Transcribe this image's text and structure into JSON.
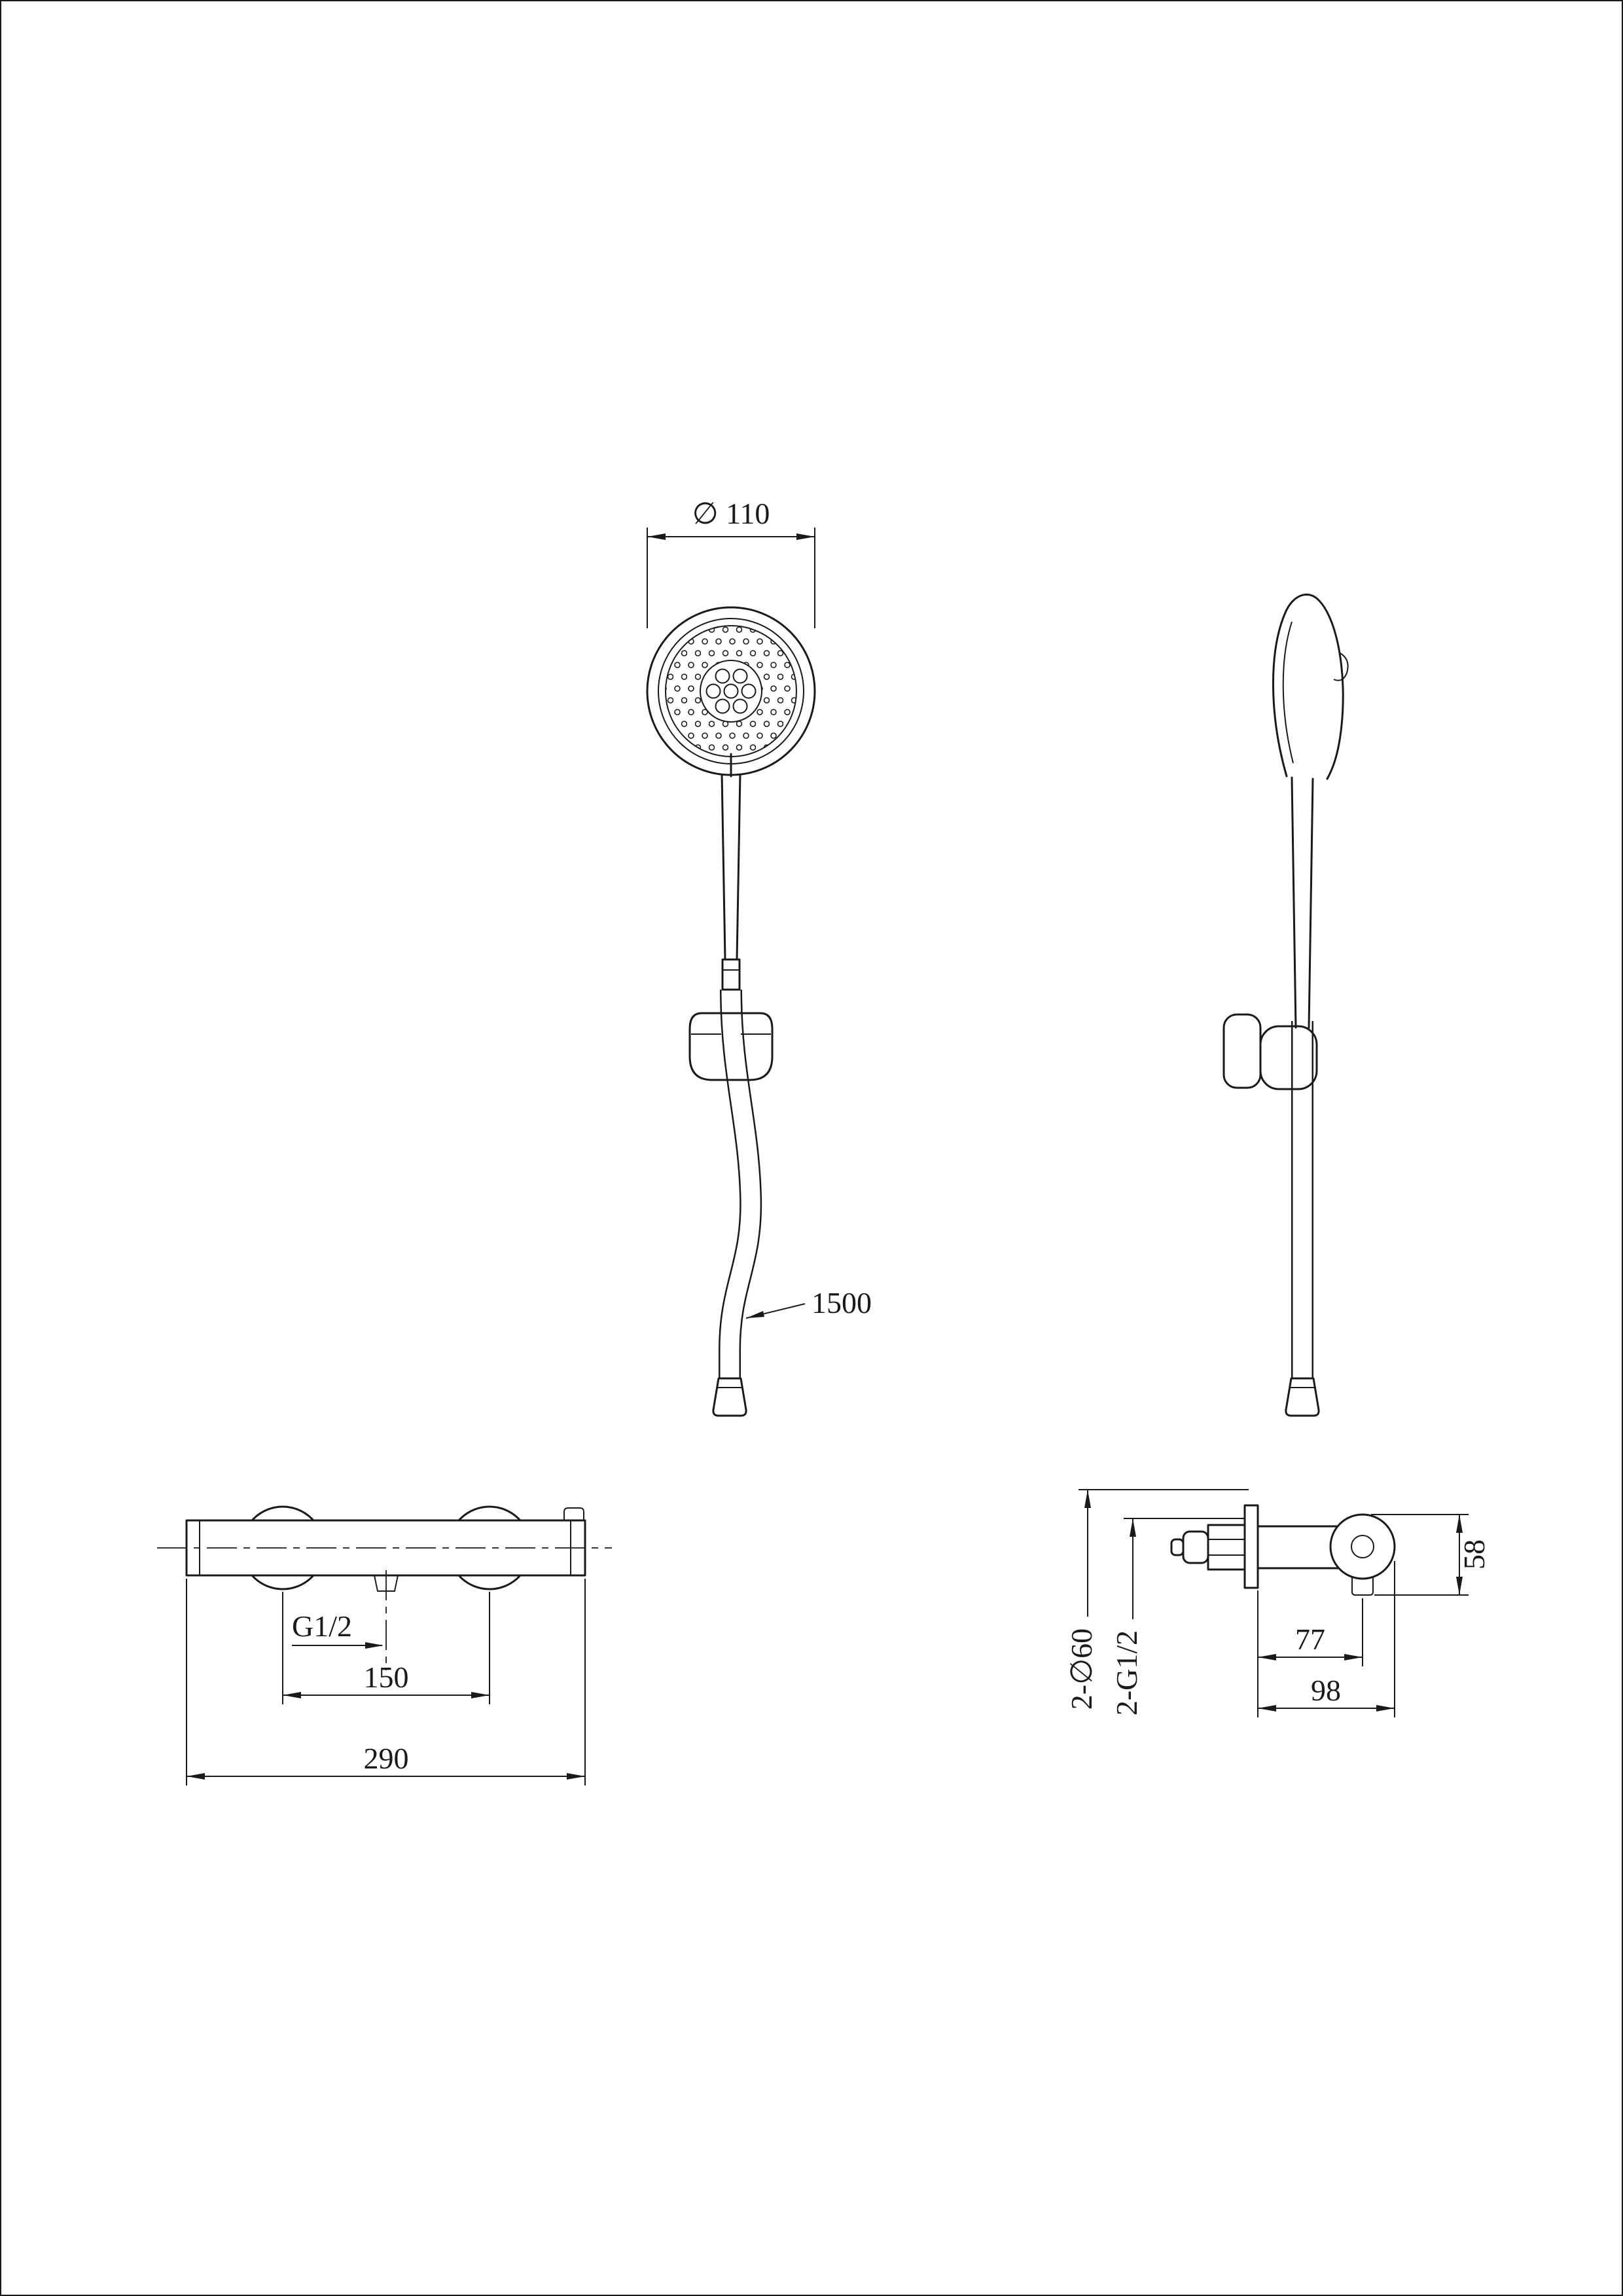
{
  "drawing": {
    "background_color": "#ffffff",
    "line_color": "#1a1a1a",
    "labels": {
      "head_diameter": "∅ 110",
      "hose_length": "1500",
      "outlet_thread": "G1/2",
      "port_spacing": "150",
      "overall_width": "290",
      "wall_flanges": "2-∅60",
      "inlet_threads": "2-G1/2",
      "outlet_offset": "77",
      "overall_depth": "98",
      "body_height": "58"
    }
  }
}
